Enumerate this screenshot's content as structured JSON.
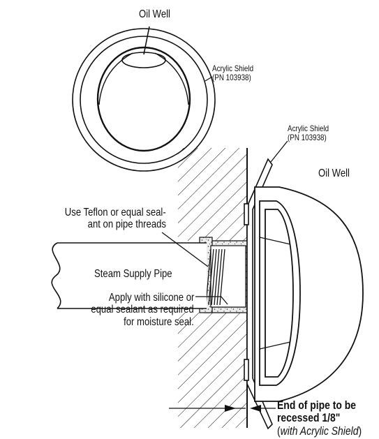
{
  "labels": {
    "oil_well_top": "Oil Well",
    "shield_top_line1": "Acrylic Shield",
    "shield_top_line2": "(PN 103938)",
    "shield_side_line1": "Acrylic Shield",
    "shield_side_line2": "(PN 103938)",
    "oil_well_side": "Oil Well",
    "teflon_line1": "Use Teflon or equal seal-",
    "teflon_line2": "ant on pipe threads",
    "steam_pipe": "Steam Supply Pipe",
    "apply_line1": "Apply with silicone or",
    "apply_line2": "equal sealant as required",
    "apply_line3": "for moisture seal.",
    "end_line1": "End of pipe to be",
    "end_line2": "recessed 1/8\"",
    "end_line3_open": "(",
    "end_line3_italic": "with Acrylic Shield",
    "end_line3_close": ")"
  },
  "colors": {
    "line": "#111111",
    "sealant_fill": "#e9e9e9",
    "background": "#ffffff"
  }
}
